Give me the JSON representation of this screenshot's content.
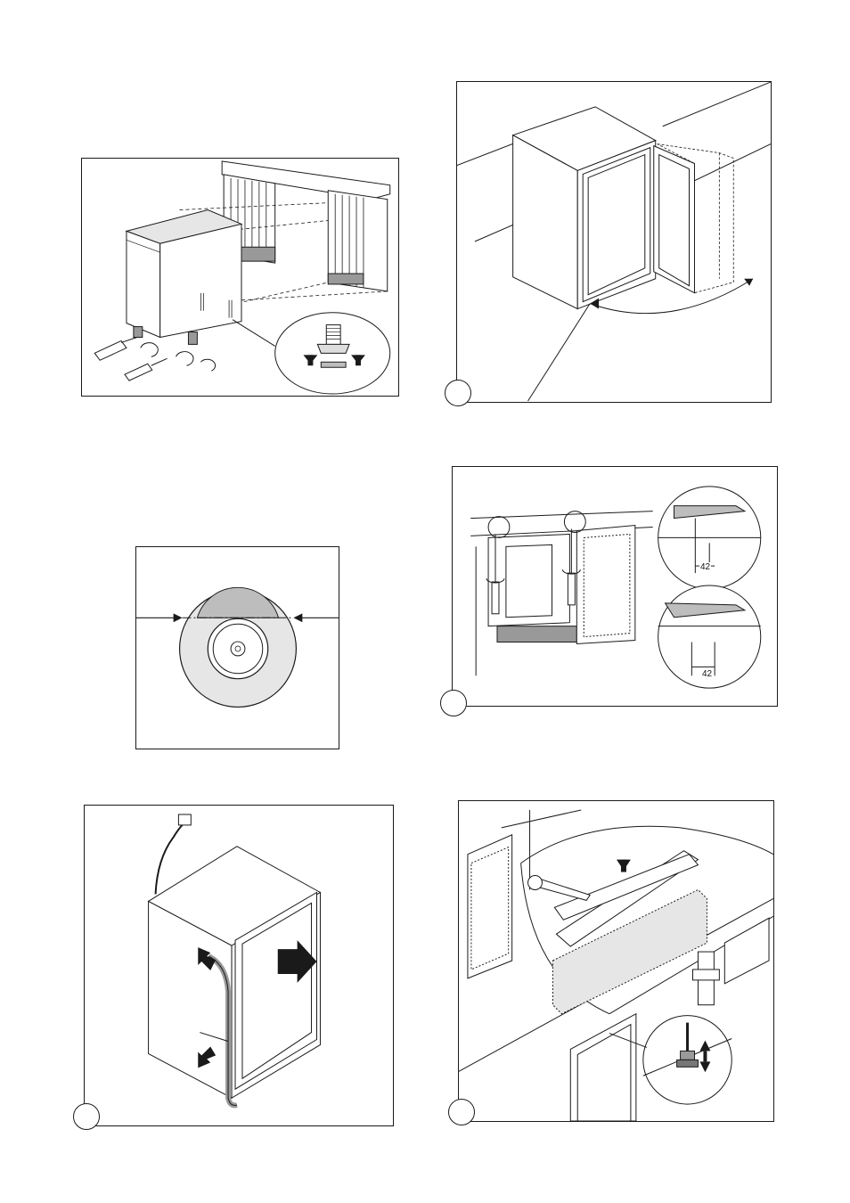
{
  "document": {
    "page_type": "installation-instruction-illustrations",
    "panels": [
      {
        "id": "leveling-feet",
        "description_shown": false
      },
      {
        "id": "door-reversal",
        "description_shown": false
      },
      {
        "id": "cutout-circle",
        "description_shown": false
      },
      {
        "id": "hinge-adjust",
        "dimensions": [
          "42",
          "42"
        ]
      },
      {
        "id": "push-into-niche",
        "description_shown": false
      },
      {
        "id": "door-bracket",
        "description_shown": false
      }
    ],
    "colors": {
      "line": "#1a1a1a",
      "shade": "#bdbdbd",
      "light": "#e6e6e6"
    }
  }
}
